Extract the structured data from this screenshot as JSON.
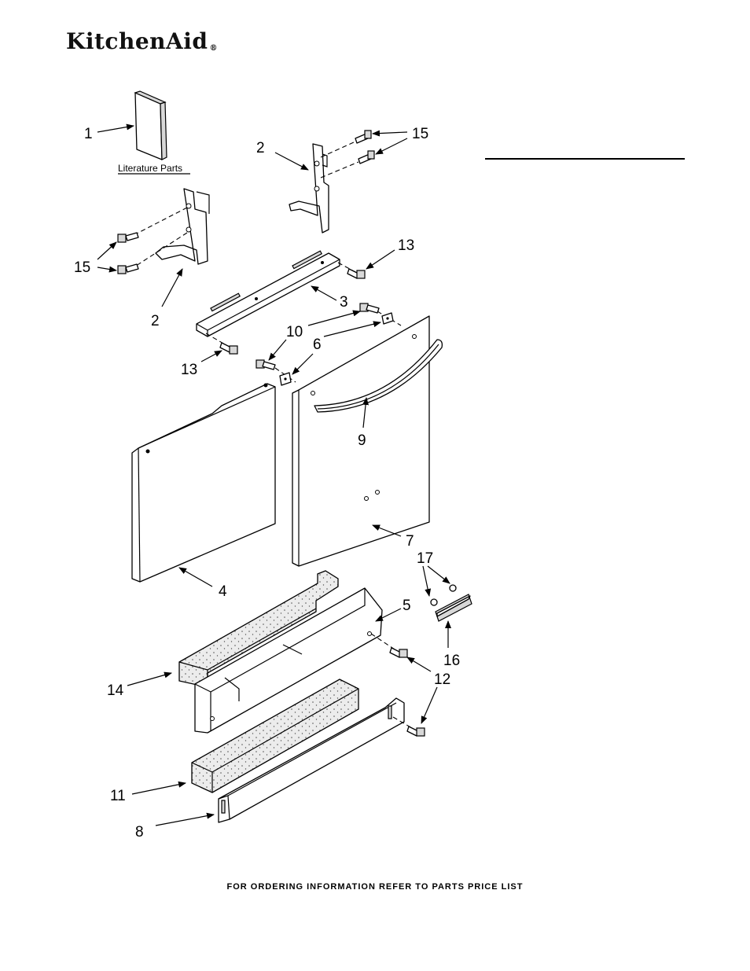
{
  "brand": {
    "name": "KitchenAid",
    "reg_mark": "®"
  },
  "literature_label": "Literature Parts",
  "callouts": {
    "c1": "1",
    "c2a": "2",
    "c2b": "2",
    "c3": "3",
    "c4": "4",
    "c5": "5",
    "c6": "6",
    "c7": "7",
    "c8": "8",
    "c9": "9",
    "c10": "10",
    "c11": "11",
    "c12": "12",
    "c13a": "13",
    "c13b": "13",
    "c14": "14",
    "c15a": "15",
    "c15b": "15",
    "c16": "16",
    "c17": "17"
  },
  "footer": "FOR ORDERING INFORMATION REFER TO PARTS PRICE LIST"
}
